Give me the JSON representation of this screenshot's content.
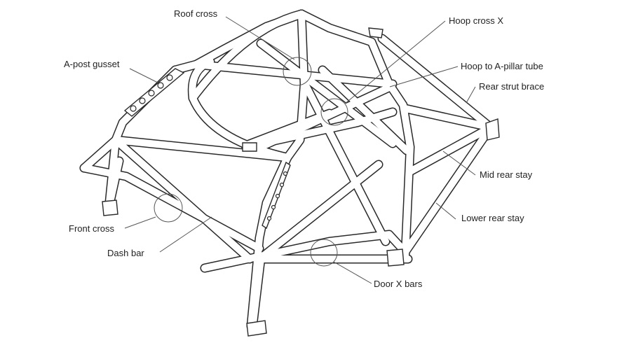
{
  "labels": {
    "roof_cross": "Roof cross",
    "hoop_cross_x": "Hoop cross X",
    "a_post_gusset": "A-post gusset",
    "hoop_to_a_pillar_tube": "Hoop to A-pillar tube",
    "rear_strut_brace": "Rear strut brace",
    "mid_rear_stay": "Mid rear stay",
    "lower_rear_stay": "Lower rear stay",
    "front_cross": "Front cross",
    "dash_bar": "Dash bar",
    "door_x_bars": "Door X bars"
  },
  "colors": {
    "line": "#2a2a2a",
    "background": "#ffffff",
    "text": "#222222"
  }
}
